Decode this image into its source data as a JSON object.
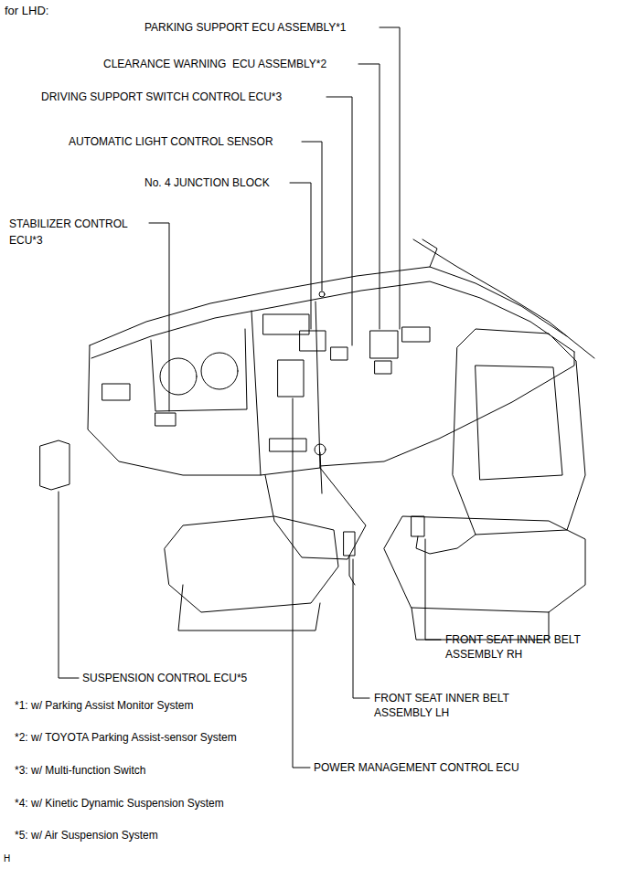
{
  "diagram": {
    "title": "for LHD:",
    "labels": [
      "PARKING SUPPORT ECU ASSEMBLY*1",
      "CLEARANCE WARNING  ECU ASSEMBLY*2",
      "DRIVING SUPPORT SWITCH CONTROL ECU*3",
      "AUTOMATIC LIGHT CONTROL SENSOR",
      "No. 4 JUNCTION BLOCK",
      "STABILIZER CONTROL ECU*3",
      "FRONT SEAT INNER BELT ASSEMBLY RH",
      "SUSPENSION CONTROL ECU*5",
      "FRONT SEAT INNER BELT ASSEMBLY LH",
      "*1: w/ Parking Assist Monitor System",
      "*2: w/ TOYOTA Parking Assist-sensor System",
      "*3: w/ Multi-function Switch",
      "POWER MANAGEMENT CONTROL ECU",
      "*4: w/ Kinetic Dynamic Suspension System",
      "*5: w/ Air Suspension System",
      "H"
    ]
  }
}
